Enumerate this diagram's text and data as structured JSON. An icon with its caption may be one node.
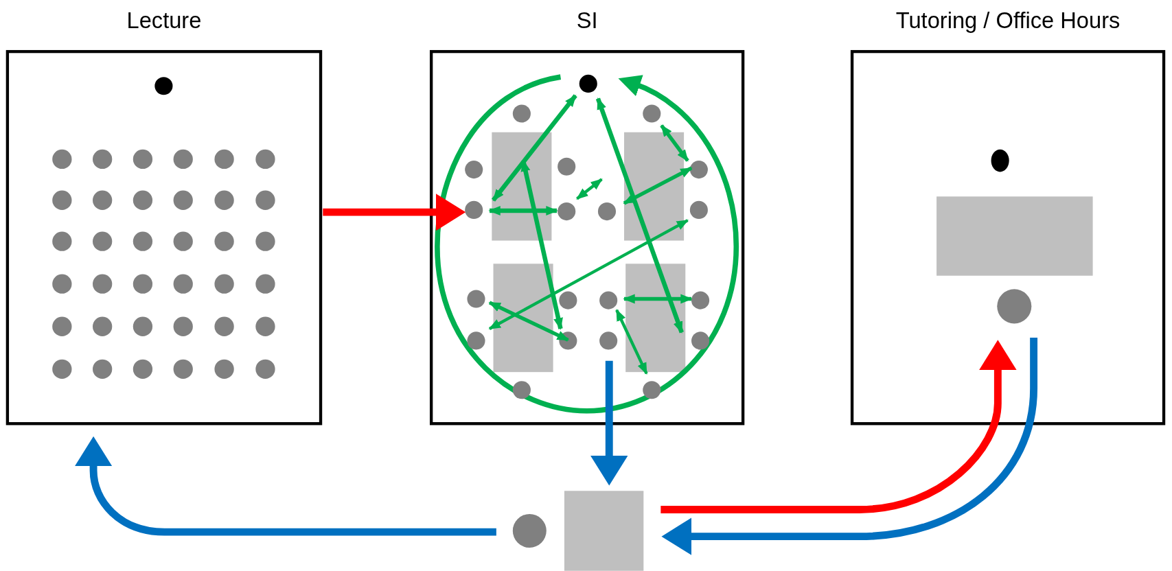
{
  "diagram": {
    "nodes": [
      {
        "text": [
          "Lecture"
        ]
      },
      {
        "text": [
          "SI"
        ]
      },
      {
        "text": [
          "Tutoring / Office Hours"
        ]
      },
      {
        "text": [],
        "shape": "circle"
      },
      {
        "text": [],
        "shape": "box"
      }
    ],
    "edges": [
      {
        "from": 0,
        "to": 1,
        "arrow": "to",
        "color": "#ff0000"
      },
      {
        "from": 1,
        "to": 4,
        "arrow": "to"
      },
      {
        "from": 4,
        "to": 2,
        "arrow": "to",
        "color": "#ff0000"
      },
      {
        "from": 2,
        "to": 4,
        "arrow": "to"
      },
      {
        "from": 3,
        "to": 0,
        "arrow": "to"
      }
    ]
  }
}
